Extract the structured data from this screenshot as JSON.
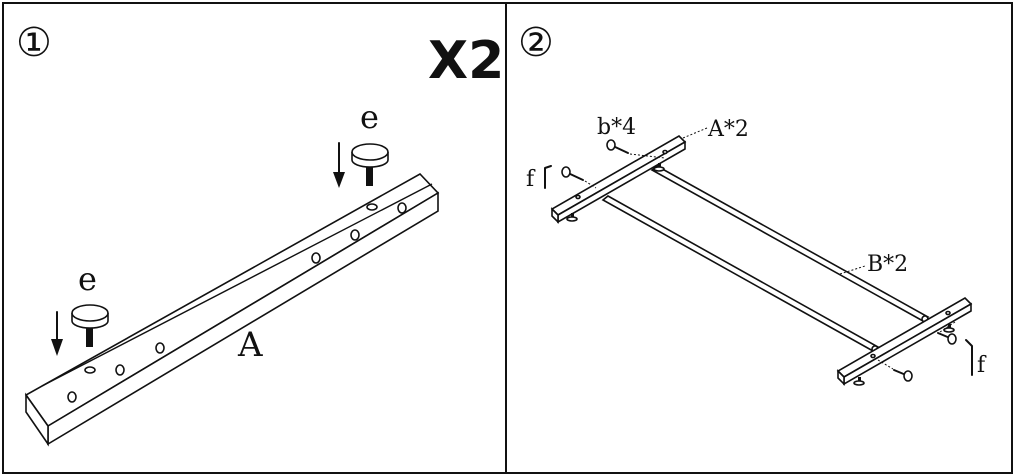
{
  "panel1": {
    "step": "①",
    "multiplier": "X2",
    "label_e_top": "e",
    "label_e_left": "e",
    "label_a": "A"
  },
  "panel2": {
    "step": "②",
    "label_b": "b*4",
    "label_a2": "A*2",
    "label_b2": "B*2",
    "label_f_left": "f",
    "label_f_right": "f"
  },
  "colors": {
    "ink": "#111111",
    "paper": "#ffffff"
  }
}
